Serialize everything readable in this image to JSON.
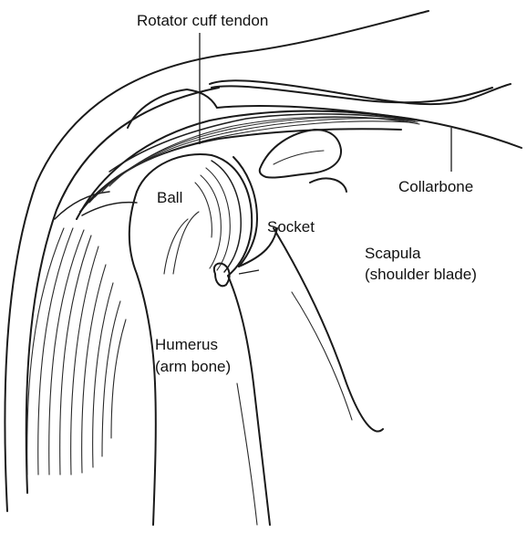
{
  "labels": {
    "rotator_cuff": "Rotator cuff tendon",
    "ball": "Ball",
    "socket": "Socket",
    "collarbone": "Collarbone",
    "scapula_line1": "Scapula",
    "scapula_line2": "(shoulder blade)",
    "humerus_line1": "Humerus",
    "humerus_line2": "(arm bone)"
  },
  "colors": {
    "ink": "#1a1a1a",
    "background": "#ffffff"
  }
}
